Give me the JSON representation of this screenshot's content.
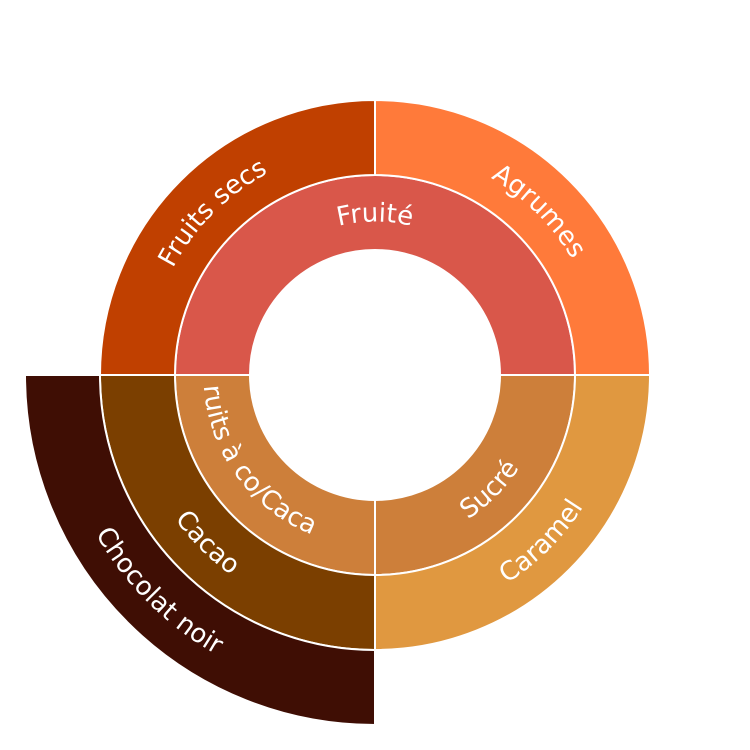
{
  "chart_data": {
    "type": "sunburst",
    "title": "",
    "nodes": [
      {
        "id": "fruite",
        "name": "Fruité",
        "parent": "",
        "value": 2,
        "color": "#D9574A"
      },
      {
        "id": "sucre",
        "name": "Sucré",
        "parent": "",
        "value": 1,
        "color": "#CD7F3A"
      },
      {
        "id": "fcc",
        "name": "ruits à co/Caca",
        "parent": "",
        "value": 1,
        "color": "#CD7F3A"
      },
      {
        "id": "fruitssecs",
        "name": "Fruits secs",
        "parent": "fruite",
        "value": 1,
        "color": "#C04000"
      },
      {
        "id": "agrumes",
        "name": "Agrumes",
        "parent": "fruite",
        "value": 1,
        "color": "#FF7A3A"
      },
      {
        "id": "caramel",
        "name": "Caramel",
        "parent": "sucre",
        "value": 1,
        "color": "#E09840"
      },
      {
        "id": "cacao",
        "name": "Cacao",
        "parent": "fcc",
        "value": 1,
        "color": "#7B3F00"
      },
      {
        "id": "chocolat",
        "name": "Chocolat noir",
        "parent": "cacao",
        "value": 1,
        "color": "#3F0E04"
      }
    ]
  }
}
